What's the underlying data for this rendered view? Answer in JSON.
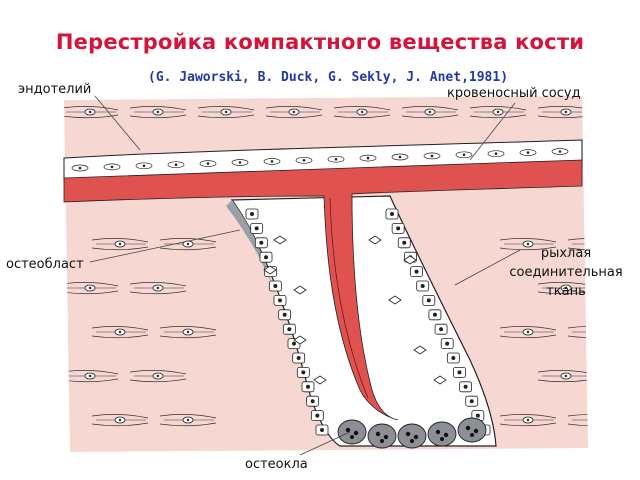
{
  "title": "Перестройка компактного вещества кости",
  "citation": "(G. Jaworski, B. Duck, G. Sekly, J. Anet,1981)",
  "labels": {
    "endothelium": "эндотелий",
    "blood_vessel": "кровеносный сосуд",
    "osteoblast": "остеобласт",
    "loose_tissue_line1": "рыхлая",
    "loose_tissue_line2": "соединительная",
    "loose_tissue_line3": "ткань",
    "osteoclast": "остеокла"
  },
  "colors": {
    "title": "#d4143a",
    "citation": "#1f3aa6",
    "tissue_background": "#f6d7d2",
    "blood": "#e0524f"
  }
}
